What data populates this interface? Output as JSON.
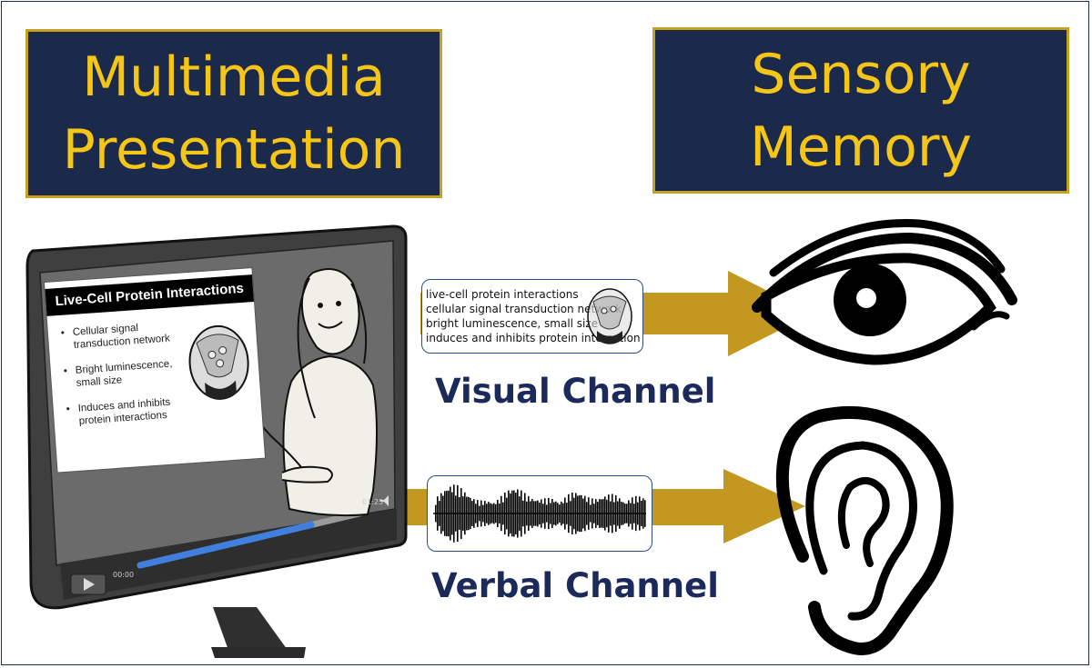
{
  "titles": {
    "left": "Multimedia\nPresentation",
    "right": "Sensory\nMemory"
  },
  "slide": {
    "title": "Live-Cell Protein Interactions",
    "bullets": [
      "Cellular signal transduction network",
      "Bright luminescence, small size",
      "Induces and inhibits protein interactions"
    ]
  },
  "video": {
    "time_start": "00:00",
    "time_end": "01:25",
    "progress": 0.78
  },
  "visual_channel": {
    "label": "Visual Channel",
    "lines": [
      "live-cell protein interactions",
      "cellular signal transduction network",
      "bright luminescence, small size",
      "induces and inhibits protein interaction"
    ]
  },
  "verbal_channel": {
    "label": "Verbal Channel"
  },
  "colors": {
    "title_bg": "#1b2a4b",
    "title_text": "#f5c518",
    "title_border": "#c6a020",
    "arrow": "#c29820",
    "channel_text": "#1b2a5a",
    "card_border": "#2b4f86",
    "monitor": "#3f3f3f",
    "progress": "#3f7fe0"
  },
  "icons": [
    "eye-icon",
    "ear-icon",
    "play-icon",
    "volume-icon",
    "waveform-icon",
    "cell-icon",
    "presenter-figure"
  ]
}
